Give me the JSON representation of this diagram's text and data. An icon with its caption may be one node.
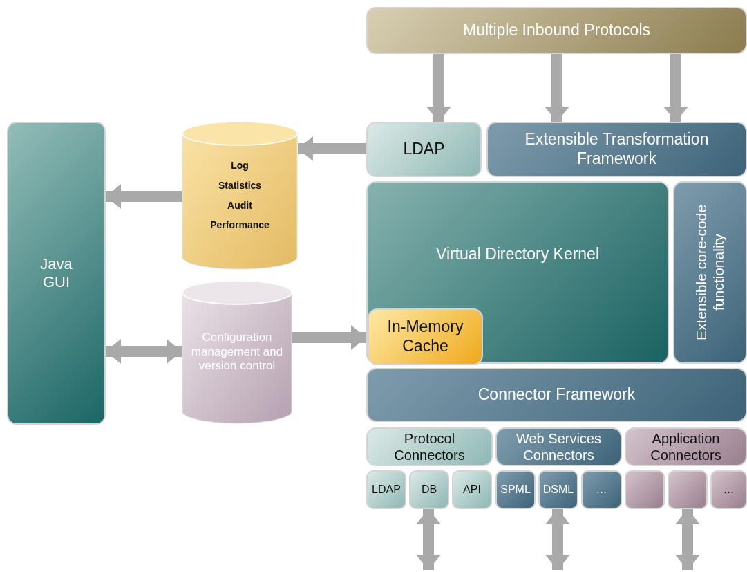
{
  "diagram": {
    "nodes": [
      {
        "text": [
          "Multiple Inbound Protocols"
        ]
      },
      {
        "text": [
          "Java GUI"
        ]
      },
      {
        "text": [
          "Log",
          "Statistics",
          "Audit",
          "Performance"
        ]
      },
      {
        "text": [
          "LDAP"
        ]
      },
      {
        "text": [
          "Extensible Transformation Framework"
        ]
      },
      {
        "text": [
          "Virtual Directory Kernel"
        ]
      },
      {
        "text": [
          "In-Memory Cache"
        ],
        "in": 5
      },
      {
        "text": [
          "Extensible core-code functionality"
        ]
      },
      {
        "text": [
          "Configuration management and version control"
        ]
      },
      {
        "text": [
          "Connector Framework"
        ]
      },
      {
        "text": [
          "Protocol Connectors"
        ]
      },
      {
        "text": [
          "Web Services Connectors"
        ]
      },
      {
        "text": [
          "Application Connectors"
        ]
      },
      {
        "text": [
          "LDAP"
        ]
      },
      {
        "text": [
          "DB"
        ]
      },
      {
        "text": [
          "API"
        ]
      },
      {
        "text": [
          "SPML"
        ]
      },
      {
        "text": [
          "DSML"
        ]
      },
      {
        "text": [
          "…"
        ]
      },
      {
        "text": [],
        "shape": "box"
      },
      {
        "text": [],
        "shape": "box"
      },
      {
        "text": [
          "…"
        ]
      }
    ],
    "edges": [
      {
        "from": 0,
        "to": 3,
        "arrow": "to"
      },
      {
        "from": 0,
        "to": 4,
        "arrow": "to"
      },
      {
        "from": 0,
        "to": 4,
        "arrow": "to"
      },
      {
        "from": 3,
        "to": 2,
        "arrow": "to"
      },
      {
        "from": 2,
        "to": 1,
        "arrow": "to"
      },
      {
        "from": 1,
        "to": 8,
        "arrow": "both"
      },
      {
        "from": 8,
        "to": 6,
        "arrow": "to"
      },
      {
        "from": 14,
        "to": null,
        "arrow": "both"
      },
      {
        "from": 17,
        "to": null,
        "arrow": "both"
      },
      {
        "from": 20,
        "to": null,
        "arrow": "both"
      }
    ]
  }
}
